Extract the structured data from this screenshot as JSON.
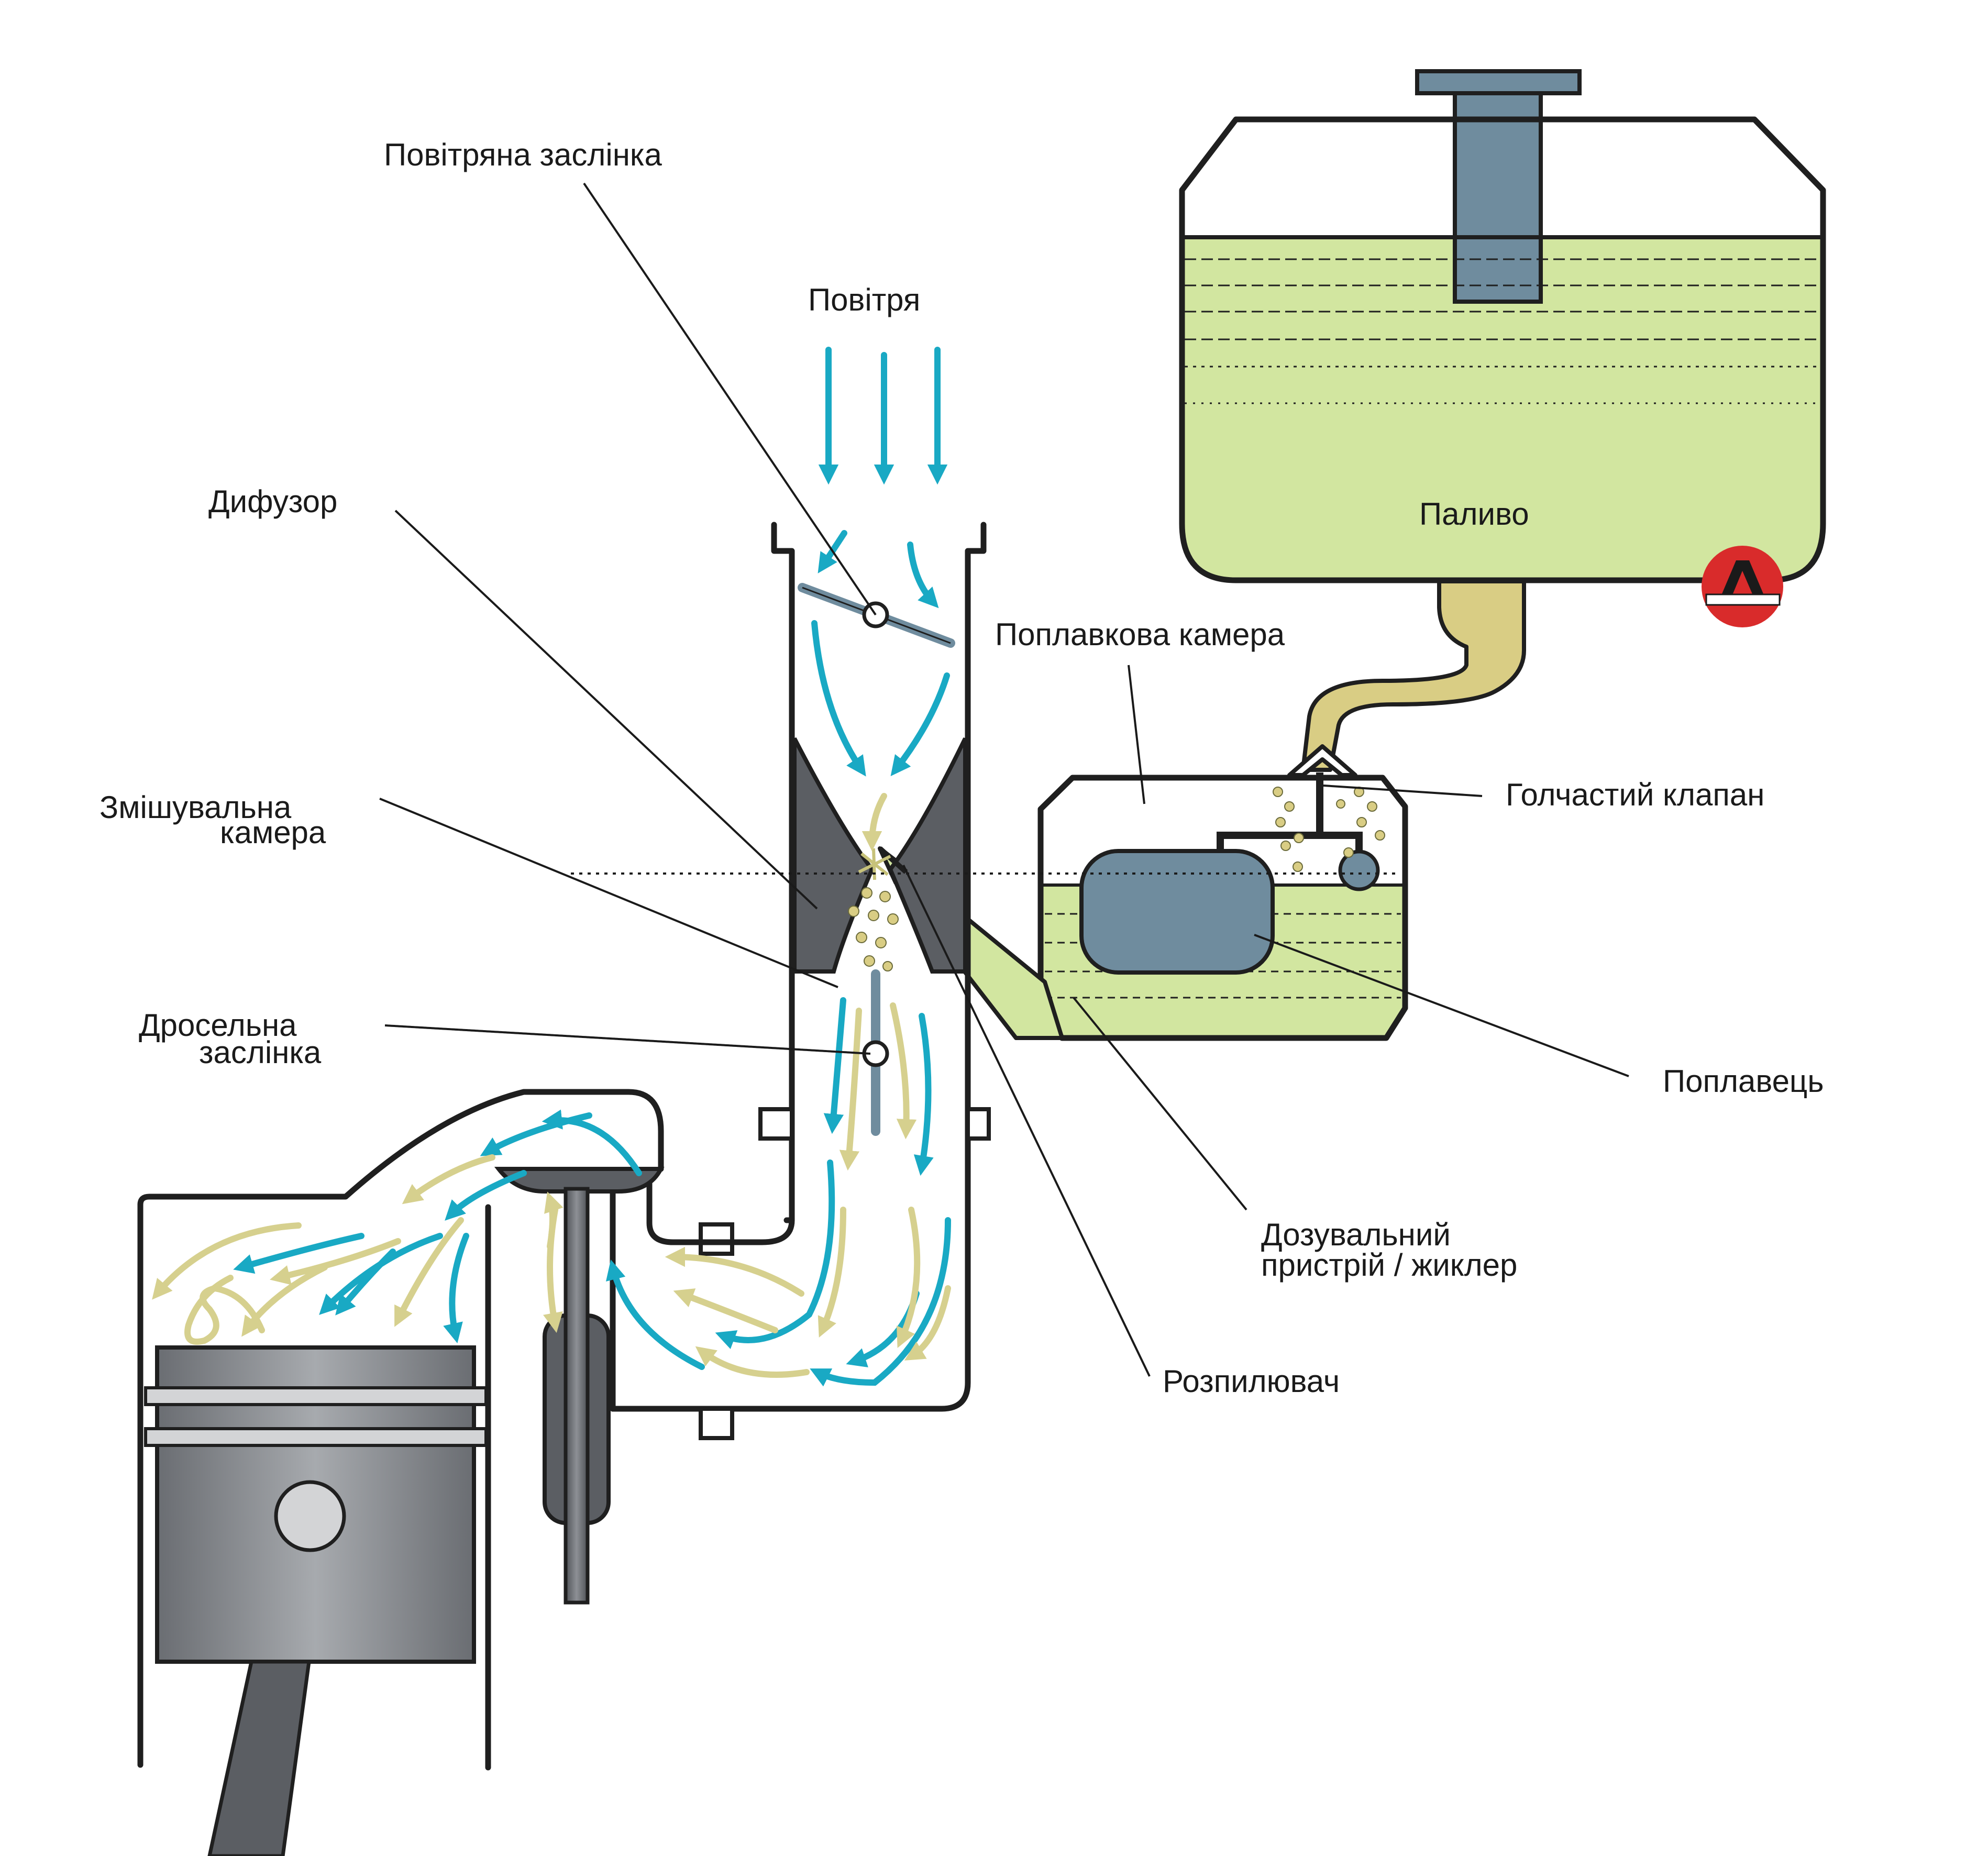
{
  "labels": {
    "air_choke": "Повітряна заслінка",
    "air": "Повітря",
    "diffuser": "Дифузор",
    "mixing_chamber_1": "Змішувальна",
    "mixing_chamber_2": "камера",
    "throttle_1": "Дросельна",
    "throttle_2": "заслінка",
    "fuel": "Паливо",
    "float_chamber": "Поплавкова камера",
    "needle_valve": "Голчастий клапан",
    "float": "Поплавець",
    "jet_1": "Дозувальний",
    "jet_2": "пристрій / жиклер",
    "atomizer": "Розпилювач"
  },
  "colors": {
    "air_flow": "#19a9c4",
    "mixture_flow": "#d6d08e",
    "fuel": "#d2e6a0",
    "fuel_line": "#d9cd84",
    "metal": "#5b5e63",
    "float": "#6f8c9e",
    "logo": "#d92b2b"
  },
  "icons": {
    "logo": "red-circle-logo-icon"
  }
}
